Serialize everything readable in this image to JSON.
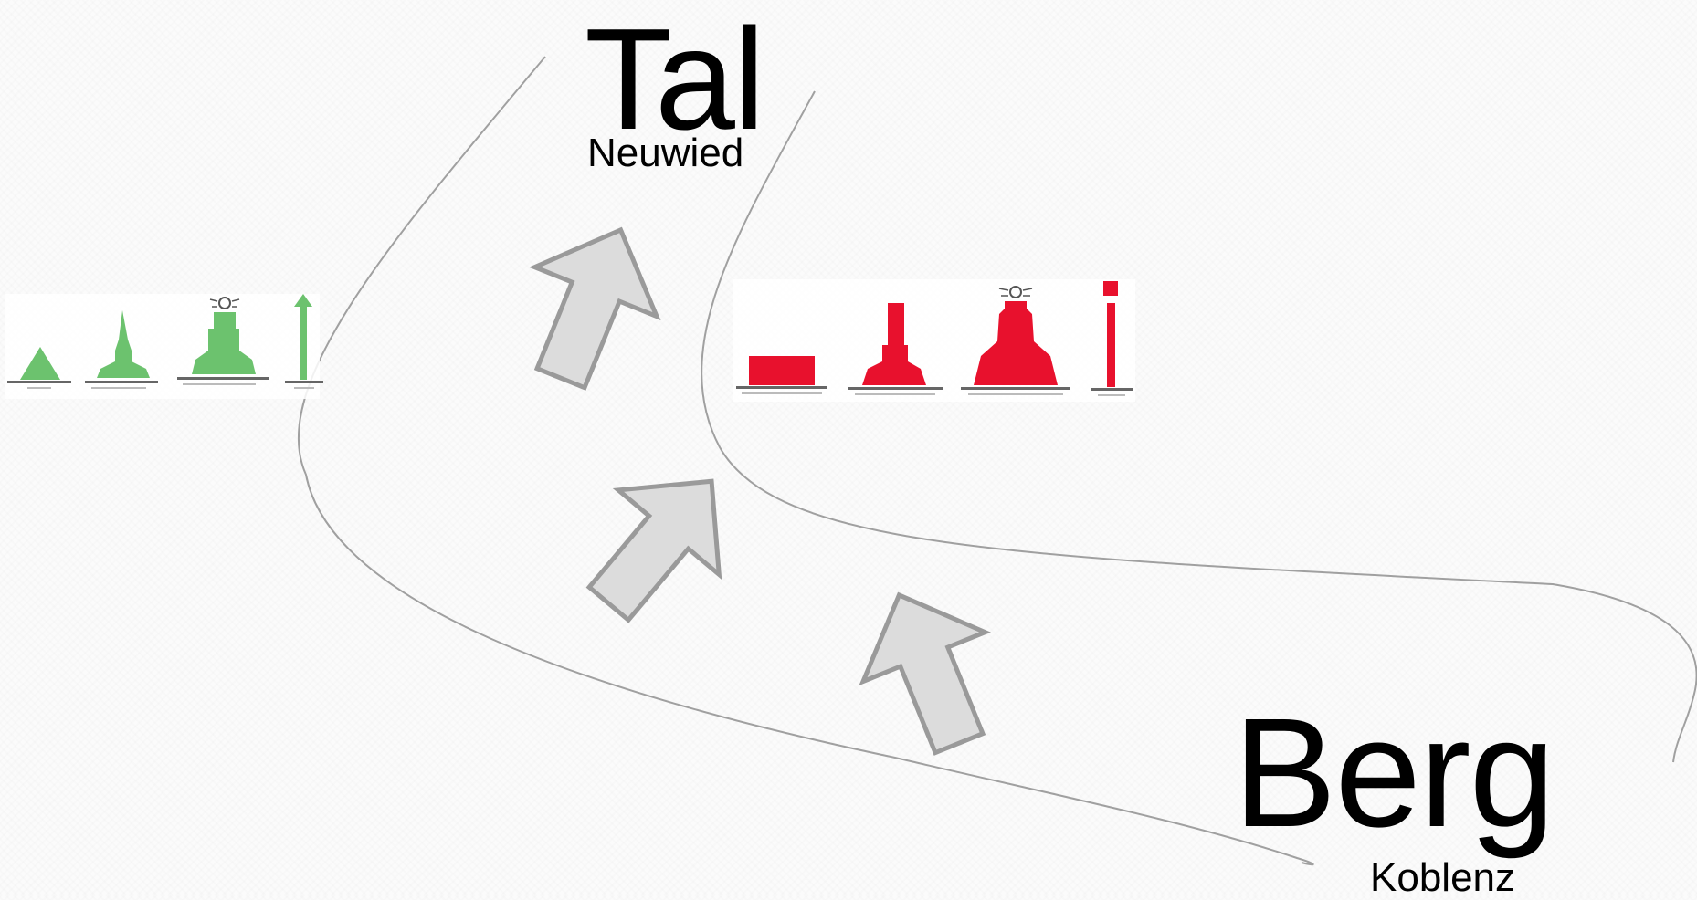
{
  "labels": {
    "downstream": "Tal",
    "downstream_place": "Neuwied",
    "upstream": "Berg",
    "upstream_place": "Koblenz"
  },
  "colors": {
    "starboard_marks": "#6cc26e",
    "port_marks": "#e8112d",
    "arrow_fill": "#dcdcdc",
    "arrow_stroke": "#9a9a9a",
    "bank_line": "#a0a0a0"
  },
  "marks": {
    "left_bank": [
      "green-cone-buoy-icon",
      "green-spar-buoy-icon",
      "green-light-buoy-icon",
      "green-pole-mark-icon"
    ],
    "right_bank": [
      "red-can-buoy-icon",
      "red-spar-buoy-icon",
      "red-light-buoy-icon",
      "red-pole-mark-icon"
    ]
  },
  "arrows": [
    "direction-arrow-1",
    "direction-arrow-2",
    "direction-arrow-3"
  ]
}
